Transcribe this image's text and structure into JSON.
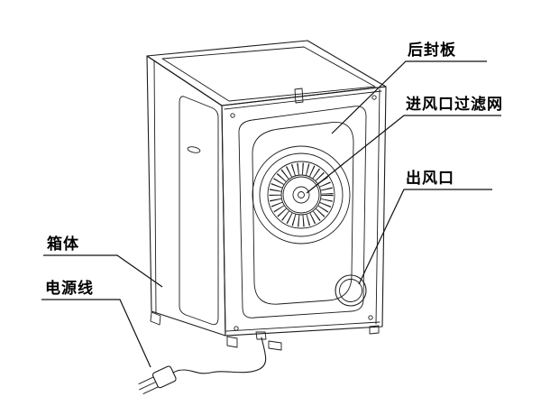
{
  "labels": {
    "rear_panel": "后封板",
    "inlet_filter": "进风口过滤网",
    "air_outlet": "出风口",
    "cabinet": "箱体",
    "power_cord": "电源线"
  },
  "colors": {
    "line": "#1c1c1c",
    "background": "#ffffff"
  }
}
